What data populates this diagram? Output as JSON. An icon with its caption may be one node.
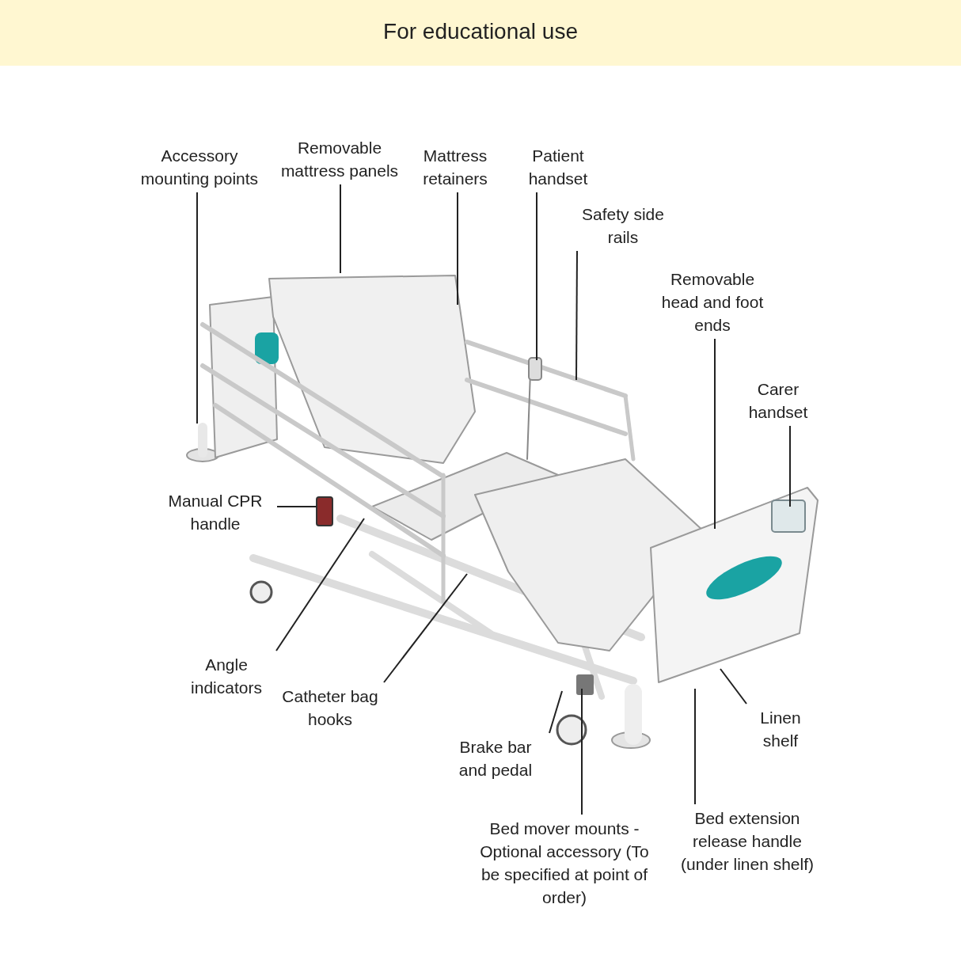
{
  "diagram": {
    "title": "For educational use",
    "nodes": [
      {
        "text": [
          "Accessory mounting points"
        ]
      },
      {
        "text": [
          "Removable mattress panels"
        ]
      },
      {
        "text": [
          "Mattress retainers"
        ]
      },
      {
        "text": [
          "Patient handset"
        ]
      },
      {
        "text": [
          "Safety side rails"
        ]
      },
      {
        "text": [
          "Removable head and foot ends"
        ]
      },
      {
        "text": [
          "Carer handset"
        ]
      },
      {
        "text": [
          "Manual CPR handle"
        ]
      },
      {
        "text": [
          "Angle indicators"
        ]
      },
      {
        "text": [
          "Catheter bag hooks"
        ]
      },
      {
        "text": [
          "Brake bar and pedal"
        ]
      },
      {
        "text": [
          "Bed mover mounts - Optional accessory (To be specified at point of order)"
        ]
      },
      {
        "text": [
          "Linen shelf"
        ]
      },
      {
        "text": [
          "Bed extension release handle (under  linen shelf)"
        ]
      }
    ],
    "edges": [
      {
        "from": 0,
        "to": null,
        "arrow": "none"
      },
      {
        "from": 1,
        "to": null,
        "arrow": "none"
      },
      {
        "from": 2,
        "to": null,
        "arrow": "none"
      },
      {
        "from": 3,
        "to": null,
        "arrow": "none"
      },
      {
        "from": 4,
        "to": null,
        "arrow": "none"
      },
      {
        "from": 5,
        "to": null,
        "arrow": "none"
      },
      {
        "from": 6,
        "to": null,
        "arrow": "none"
      },
      {
        "from": 7,
        "to": null,
        "arrow": "none"
      },
      {
        "from": 8,
        "to": null,
        "arrow": "none"
      },
      {
        "from": 9,
        "to": null,
        "arrow": "none"
      },
      {
        "from": 10,
        "to": null,
        "arrow": "none"
      },
      {
        "from": 11,
        "to": null,
        "arrow": "none"
      },
      {
        "from": 12,
        "to": null,
        "arrow": "none"
      },
      {
        "from": 13,
        "to": null,
        "arrow": "none"
      }
    ]
  }
}
